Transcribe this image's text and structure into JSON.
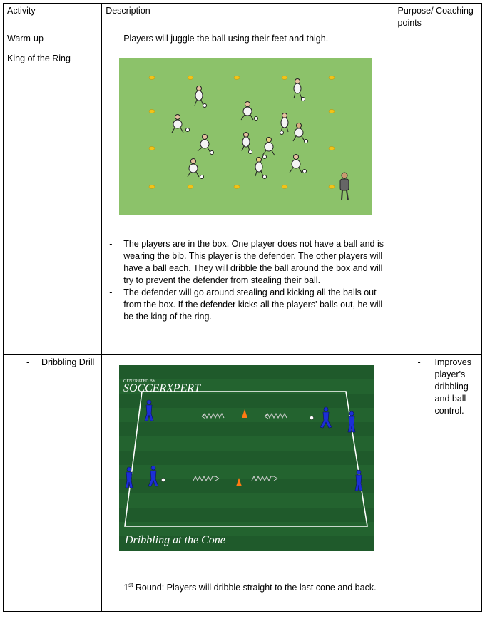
{
  "table": {
    "headers": {
      "activity": "Activity",
      "description": "Description",
      "purpose": "Purpose/ Coaching points"
    },
    "rows": [
      {
        "activity": "Warm-up",
        "description": [
          "Players will juggle the ball using their feet and thigh."
        ],
        "purpose": []
      },
      {
        "activity": "King of the Ring",
        "description": [
          "The players are in the box. One player does not have a ball and is wearing the bib. This player is the defender. The other players will have a ball each. They will dribble the ball around the box and will try to prevent the defender from stealing their ball.",
          "The defender will go around stealing and kicking all the balls out from the box. If the defender kicks all the players' balls out, he will be the king of the ring."
        ],
        "purpose": []
      },
      {
        "activity": "Dribbling Drill",
        "description_round_sup": "st",
        "description_round_num": "1",
        "description_round_text": " Round: Players will dribble straight to the last cone and back.",
        "purpose": [
          "Improves player's dribbling and ball control."
        ]
      }
    ]
  },
  "figures": {
    "drill_logo_small": "GENERATED BY",
    "drill_logo_brand": "SOCCERXPERT",
    "drill_caption": "Dribbling at the Cone"
  },
  "colors": {
    "field_light": "#8cc26a",
    "field_dark": "#1f5a2b",
    "cone": "#f2c318",
    "player_blue": "#1c2fd6"
  }
}
